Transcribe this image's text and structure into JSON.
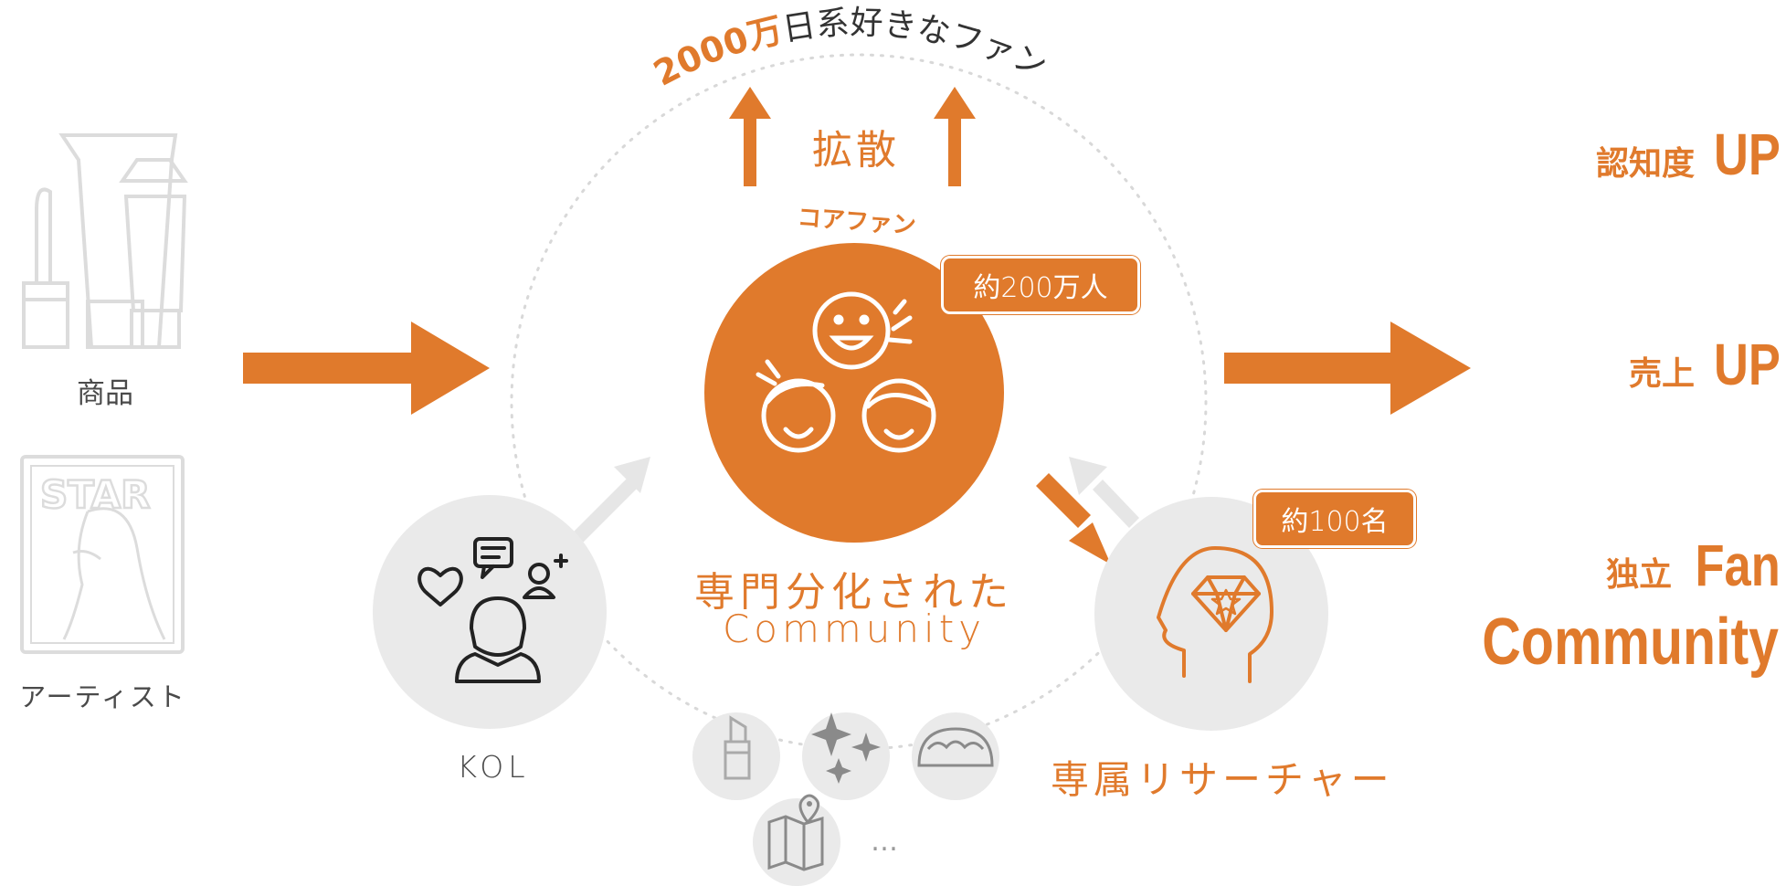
{
  "title": {
    "prefix": "2000万",
    "suffix": "日系好きなファン"
  },
  "spread_label": "拡散",
  "core_fan_label": "コアファン",
  "core_badge": "約200万人",
  "left": {
    "product_label": "商品",
    "artist_label": "アーティスト",
    "magazine_text": "STAR"
  },
  "center": {
    "community_ja": "専門分化された",
    "community_en": "Community"
  },
  "kol_label": "KOL",
  "researcher": {
    "label": "専属リサーチャー",
    "badge": "約100名"
  },
  "categories": {
    "items": [
      "lipstick-icon",
      "sparkles-icon",
      "taco-icon",
      "map-icon"
    ],
    "more": "…"
  },
  "results": {
    "awareness_ja": "認知度",
    "awareness_en": "UP",
    "sales_ja": "売上",
    "sales_en": "UP",
    "fan_ja": "独立",
    "fan_en": "Fan",
    "community_en": "Community"
  },
  "colors": {
    "accent": "#e07a2c",
    "gray_circle": "#eaeaea",
    "light_icon": "#d9d9d9",
    "dark_icon": "#222222"
  }
}
